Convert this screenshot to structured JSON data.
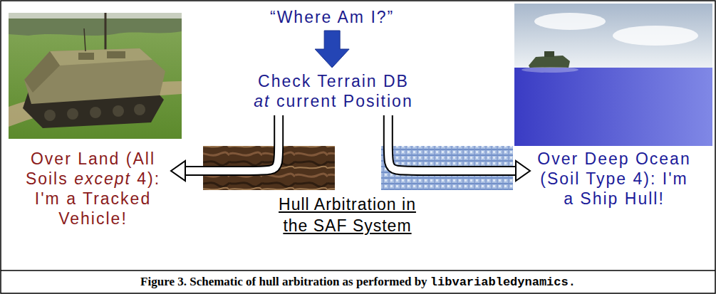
{
  "diagram": {
    "title": "Hull Arbitration in the SAF System",
    "caption": "Figure 3. Schematic of hull arbitration as performed by libvariabledynamics.",
    "nodes": [
      {
        "text": [
          "“Where Am I?”"
        ]
      },
      {
        "text": [
          "Check Terrain DB at current Position"
        ]
      },
      {
        "text": [
          "Over Land (All Soils except 4): I'm a Tracked Vehicle!"
        ]
      },
      {
        "text": [
          "Over Deep Ocean (Soil Type 4): I'm a Ship Hull!"
        ]
      }
    ],
    "edges": [
      {
        "from": 0,
        "to": 1,
        "arrow": "to"
      },
      {
        "from": 1,
        "to": 2,
        "arrow": "to"
      },
      {
        "from": 1,
        "to": 3,
        "arrow": "to"
      }
    ]
  }
}
